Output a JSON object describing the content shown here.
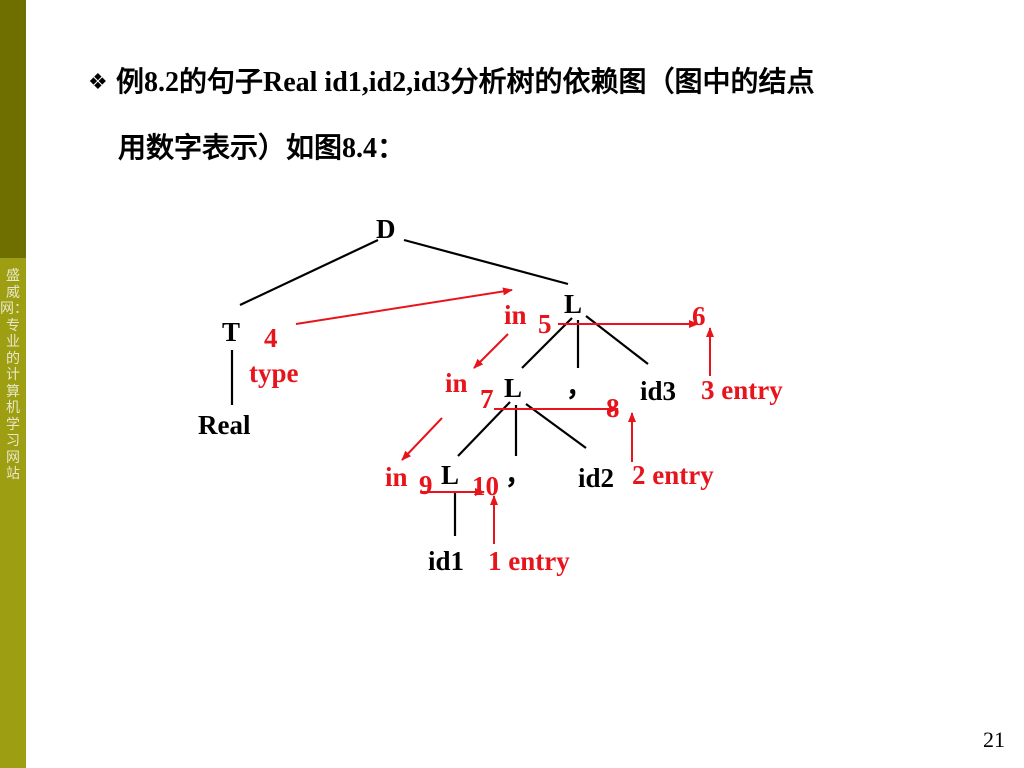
{
  "sidebar": {
    "text": "盛威网：专业的计算机学习网站",
    "top_color": "#6f6f00",
    "bottom_color": "#9e9e12"
  },
  "title": {
    "bullet_icon": "diamond-bullet-icon",
    "line1": "例8.2的句子Real id1,id2,id3分析树的依赖图（图中的结点",
    "line2": "用数字表示）如图8.4："
  },
  "diagram": {
    "tree_labels": {
      "D": "D",
      "T": "T",
      "Real": "Real",
      "L1": "L",
      "L2": "L",
      "L3": "L",
      "comma1": "，",
      "comma2": "，",
      "id1": "id1",
      "id2": "id2",
      "id3": "id3"
    },
    "dependency_labels": {
      "n4": "4",
      "type": "type",
      "in1": "in",
      "n5": "5",
      "n6": "6",
      "in2": "in",
      "n7": "7",
      "n8": "8",
      "n3_entry": "3 entry",
      "in3": "in",
      "n9": "9",
      "n10": "10",
      "n2_entry": "2 entry",
      "n1_entry": "1 entry"
    },
    "colors": {
      "tree": "#000000",
      "dependency": "#e8141c"
    }
  },
  "footer": {
    "page_number": "21"
  }
}
